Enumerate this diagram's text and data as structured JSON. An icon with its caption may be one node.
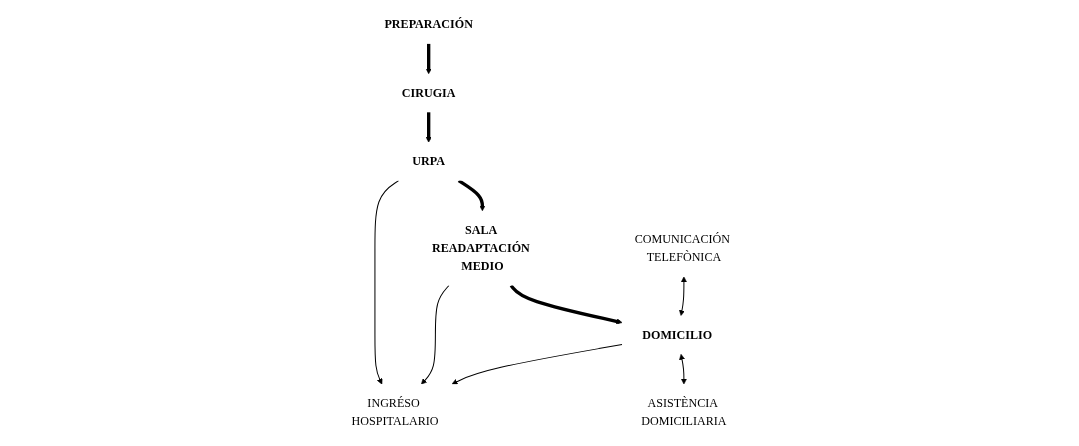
{
  "diagram": {
    "nodes": [
      {
        "text": [
          "PREPARACIÓN"
        ]
      },
      {
        "text": [
          "CIRUGIA"
        ]
      },
      {
        "text": [
          "URPA"
        ]
      },
      {
        "text": [
          "INGRÉSO HOSPITALARIO"
        ]
      },
      {
        "text": [
          "SALA READAPTACIÓN MEDIO"
        ]
      },
      {
        "text": [
          "COMUNICACIÓN TELEFÒNICA"
        ]
      },
      {
        "text": [
          "DOMICILIO"
        ]
      },
      {
        "text": [
          "ASISTÈNCIA DOMICILIARIA"
        ]
      }
    ],
    "edges": [
      {
        "from": 0,
        "to": 1,
        "arrow": "to",
        "style": "thick"
      },
      {
        "from": 1,
        "to": 2,
        "arrow": "to",
        "style": "thick"
      },
      {
        "from": 2,
        "to": 3,
        "arrow": "to"
      },
      {
        "from": 2,
        "to": 4,
        "arrow": "to",
        "style": "thick"
      },
      {
        "from": 4,
        "to": 3,
        "arrow": "to"
      },
      {
        "from": 4,
        "to": 6,
        "arrow": "to",
        "style": "thick"
      },
      {
        "from": 6,
        "to": 3,
        "arrow": "to"
      },
      {
        "from": 5,
        "to": 6,
        "arrow": "both"
      },
      {
        "from": 6,
        "to": 7,
        "arrow": "both"
      }
    ]
  }
}
